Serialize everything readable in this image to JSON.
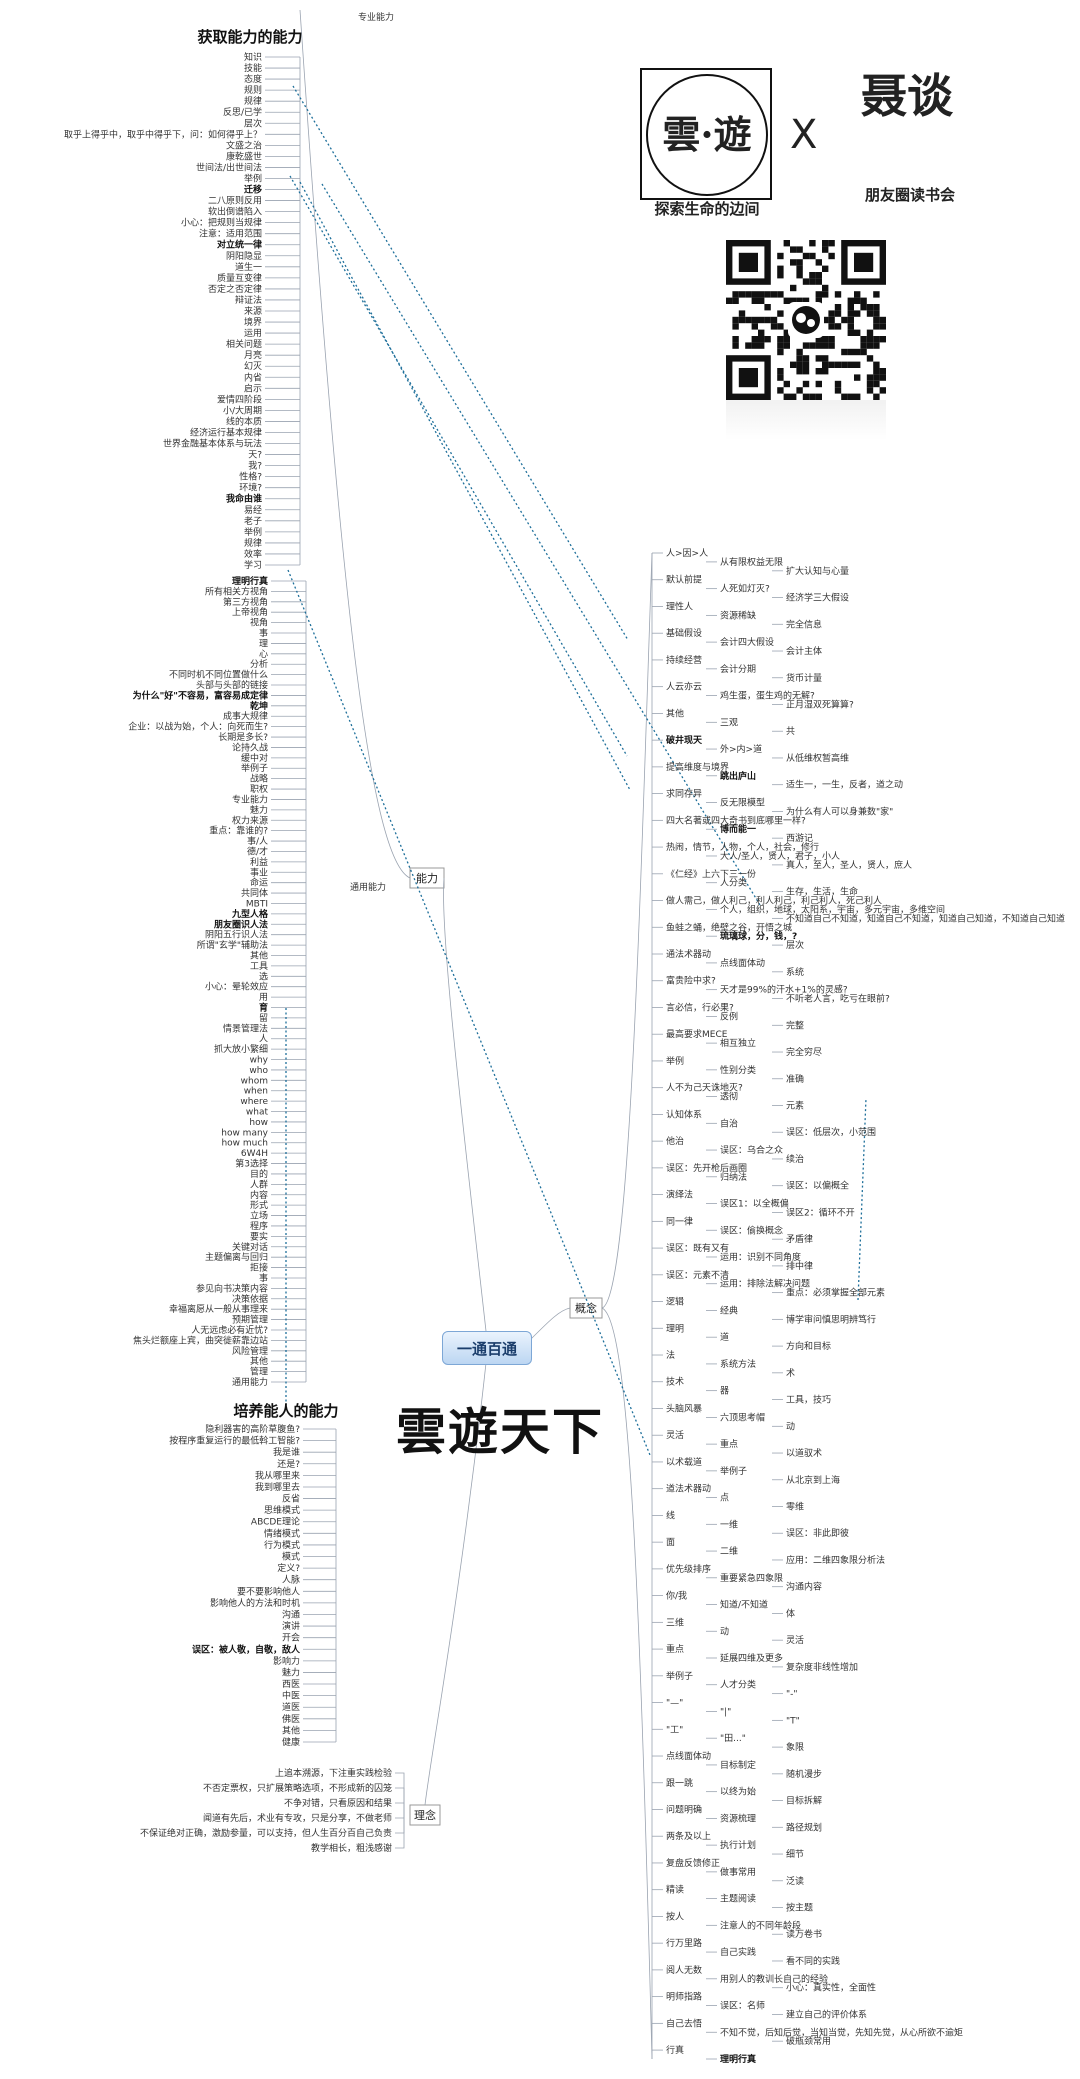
{
  "root": "一通百通",
  "branches": {
    "ability": "能力",
    "concept": "概念",
    "philosophy": "理念"
  },
  "brand": {
    "seal_text": "雲·遊",
    "caption": "探索生命的边间",
    "cross": "X",
    "partner_text": "聂谈",
    "partner_caption": "朋友圈读书会",
    "wordmark": "雲遊天下",
    "qr_center_icon": "wechat-icon"
  },
  "colors": {
    "link": "#1e6f9a",
    "root": "#bcd6f2"
  },
  "headings": {
    "top": "获取能力的能力",
    "bottom": "培养能人的能力",
    "pro": "专业能力",
    "general": "通用能力"
  },
  "left_top": [
    "知识",
    "技能",
    "态度",
    "规则",
    "规律",
    "反思/已学",
    "层次",
    "取乎上得乎中，取乎中得乎下，问：如何得乎上？",
    "文盛之治",
    "康乾盛世",
    "世间法/出世间法",
    "举例",
    "迁移",
    "二八原则反用",
    "软出倒谱陷入",
    "小心：把规则当规律",
    "注意：适用范围",
    "对立统一律",
    "阴阳隐显",
    "道生一",
    "质量互变律",
    "否定之否定律",
    "辩证法",
    "来源",
    "境界",
    "运用",
    "相关问题",
    "月亮",
    "幻灭",
    "内省",
    "启示",
    "爱情四阶段",
    "小/大周期",
    "线的本质",
    "经济运行基本规律",
    "世界金融基本体系与玩法",
    "天?",
    "我?",
    "性格?",
    "环境?",
    "我命由谁",
    "易经",
    "老子",
    "举例",
    "规律",
    "效率",
    "学习"
  ],
  "left_mid": [
    "理明行真",
    "所有相关方视角",
    "第三方视角",
    "上帝视角",
    "视角",
    "事",
    "理",
    "心",
    "分析",
    "不同时机不同位置做什么",
    "头部与头部的链接",
    "为什么\"好\"不容易，富容易成定律",
    "乾坤",
    "成事大规律",
    "企业：以战为始，个人：向死而生?",
    "长期是多长?",
    "论持久战",
    "缓中对",
    "举例子",
    "战略",
    "职权",
    "专业能力",
    "魅力",
    "权力来源",
    "重点：靠谁的?",
    "事/人",
    "德/才",
    "利益",
    "事业",
    "命运",
    "共同体",
    "MBTI",
    "九型人格",
    "朋友圈识人法",
    "阴阳五行识人法",
    "所谓\"玄学\"辅助法",
    "其他",
    "工具",
    "选",
    "小心：晕轮效应",
    "用",
    "育",
    "留",
    "情景管理法",
    "人",
    "抓大放小繁细",
    "why",
    "who",
    "whom",
    "when",
    "where",
    "what",
    "how",
    "how many",
    "how much",
    "6W4H",
    "第3选择",
    "目的",
    "人群",
    "内容",
    "形式",
    "立场",
    "程序",
    "要实",
    "关键对话",
    "主题偏离与回归",
    "拒接",
    "事",
    "参见向书决策内容",
    "决策依据",
    "幸福离愿从一般从事理来",
    "预期管理",
    "人无远虑必有近忧?",
    "焦头烂额座上宾，曲突徙薪靠边站",
    "风险管理",
    "其他",
    "管理",
    "通用能力"
  ],
  "left_bottom": [
    "隐利器害的高阶草腹鱼?",
    "按程序重复运行的最低斡工智能?",
    "我是谁",
    "还是?",
    "我从哪里来",
    "我到哪里去",
    "反省",
    "思维模式",
    "ABCDE理论",
    "情绪模式",
    "行为模式",
    "模式",
    "定义?",
    "人脉",
    "要不要影响他人",
    "影响他人的方法和时机",
    "沟通",
    "演讲",
    "开会",
    "误区：被人敬，自敬，敌人",
    "影响力",
    "魅力",
    "西医",
    "中医",
    "道医",
    "佛医",
    "其他",
    "健康"
  ],
  "philosophy": [
    "上追本溯源，下注重实践检验",
    "不否定票权，只扩展策略选项，不形成新的囚笼",
    "不争对错，只看原因和结果",
    "闻道有先后，术业有专攻，只是分享，不做老师",
    "不保证绝对正确，激励参量，可以支持，但人生百分百自己负责",
    "教学相长，粗浅感谢"
  ],
  "right": [
    "人>因>人",
    "从有限权益无限",
    "扩大认知与心量",
    "默认前提",
    "人死如灯灭?",
    "经济学三大假设",
    "理性人",
    "资源稀缺",
    "完全信息",
    "基础假设",
    "会计四大假设",
    "会计主体",
    "持续经营",
    "会计分期",
    "货币计量",
    "人云亦云",
    "鸡生蛋，蛋生鸡的无解?",
    "正月湿双死算算?",
    "其他",
    "三观",
    "共",
    "破井现天",
    "外>内>道",
    "从低维权暂高维",
    "提高维度与境界",
    "跳出庐山",
    "适生一，一生，反者，道之动",
    "求同存异",
    "反无限模型",
    "为什么有人可以身兼数\"家\"",
    "四大名著或四大奇书到底哪里一样?",
    "博而能一",
    "西游记",
    "热闹，情节，人物，个人，社会，修行",
    "大人/圣人，贤人，君子，小人",
    "真人，至人，圣人，贤人，庶人",
    "《仁经》上六下三一份",
    "人分类",
    "生存，生活，生命",
    "做人需己，做人利己，利人利己，利己利人，死己利人",
    "个人，组织，地球，太阳系，宇宙，多元宇宙，多维空间",
    "不知道自己不知道，知道自己不知道，知道自己知道，不知道自己知道",
    "鱼蛙之蛹，绝壁之谷，开悟之城",
    "琉璃球，分，钱，?",
    "层次",
    "通法术器动",
    "点线面体动",
    "系统",
    "富贵险中求?",
    "天才是99%的汗水+1%的灵感?",
    "不听老人言，吃亏在眼前?",
    "言必信，行必果?",
    "反例",
    "完整",
    "最高要求MECE",
    "相互独立",
    "完全穷尽",
    "举例",
    "性别分类",
    "准确",
    "人不为己天诛地灭?",
    "透彻",
    "元素",
    "认知体系",
    "自治",
    "误区：低层次，小范围",
    "他治",
    "误区：乌合之众",
    "续治",
    "误区：先开枪后画圈",
    "归纳法",
    "误区：以偏概全",
    "演绎法",
    "误区1：以全概偏",
    "误区2：循环不开",
    "同一律",
    "误区：偷换概念",
    "矛盾律",
    "误区：既有又有",
    "运用：识别不同角度",
    "排中律",
    "误区：元素不清",
    "运用：排除法解决问题",
    "重点：必须掌握全部元素",
    "逻辑",
    "经典",
    "博学审问慎思明辨笃行",
    "理明",
    "道",
    "方向和目标",
    "法",
    "系统方法",
    "术",
    "技术",
    "器",
    "工具，技巧",
    "头脑风暴",
    "六顶思考帽",
    "动",
    "灵活",
    "重点",
    "以道驭术",
    "以术载道",
    "举例子",
    "从北京到上海",
    "道法术器动",
    "点",
    "零维",
    "线",
    "一维",
    "误区：非此即彼",
    "面",
    "二维",
    "应用：二维四象限分析法",
    "优先级排序",
    "重要紧急四象限",
    "沟通内容",
    "你/我",
    "知道/不知道",
    "体",
    "三维",
    "动",
    "灵活",
    "重点",
    "延展四维及更多",
    "复杂度非线性增加",
    "举例子",
    "人才分类",
    "\"-\"",
    "\"—\"",
    "\"|\"",
    "\"T\"",
    "\"工\"",
    "\"田...\"",
    "象限",
    "点线面体动",
    "目标制定",
    "随机漫步",
    "跟一跳",
    "以终为始",
    "目标拆解",
    "问题明确",
    "资源梳理",
    "路径规划",
    "两条及以上",
    "执行计划",
    "细节",
    "复盘反馈修正",
    "做事常用",
    "泛读",
    "精读",
    "主题阅读",
    "按主题",
    "按人",
    "注意人的不同年龄段",
    "读万卷书",
    "行万里路",
    "自己实践",
    "看不同的实践",
    "阅人无数",
    "用别人的教训长自己的经验",
    "小心：真实性，全面性",
    "明师指路",
    "误区：名师",
    "建立自己的评价体系",
    "自己去悟",
    "不知不觉，后知后觉，当知当觉，先知先觉，从心所欲不逾矩",
    "破瓶颈常用",
    "行真",
    "理明行真"
  ]
}
